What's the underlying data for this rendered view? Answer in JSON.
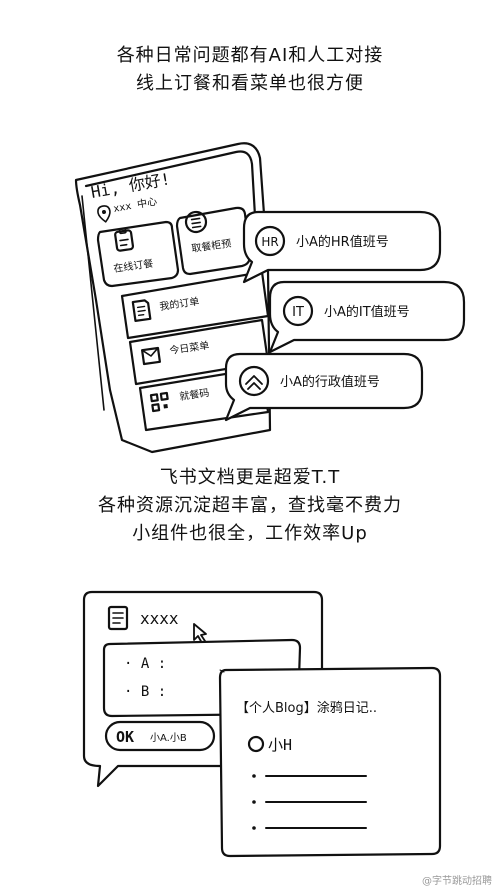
{
  "caption_top": {
    "line1": "各种日常问题都有AI和人工对接",
    "line2": "线上订餐和看菜单也很方便"
  },
  "phone": {
    "greeting": "Hi, 你好!",
    "location": "xxx 中心",
    "tiles": [
      {
        "label": "在线订餐",
        "icon": "clipboard-icon"
      },
      {
        "label": "取餐柜预",
        "icon": "locker-icon"
      }
    ],
    "rows": [
      {
        "label": "我的订单",
        "icon": "document-icon"
      },
      {
        "label": "今日菜单",
        "icon": "envelope-icon"
      },
      {
        "label": "就餐码",
        "icon": "qr-code-icon"
      }
    ]
  },
  "chat_bubbles": [
    {
      "badge": "HR",
      "label": "小A的HR值班号"
    },
    {
      "badge": "IT",
      "label": "小A的IT值班号"
    },
    {
      "badge": "",
      "label": "小A的行政值班号",
      "icon": "admin-badge-icon"
    }
  ],
  "caption_mid": {
    "line1": "飞书文档更是超爱T.T",
    "line2": "各种资源沉淀超丰富，查找毫不费力",
    "line3": "小组件也很全，工作效率Up"
  },
  "doc_card": {
    "title": "xxxx",
    "item_a": "· A :",
    "item_b": "· B :",
    "ok_button": "OK",
    "tag": "小A.小B"
  },
  "blog_card": {
    "title": "【个人Blog】涂鸦日记..",
    "author": "小H"
  },
  "watermark": "@字节跳动招聘"
}
